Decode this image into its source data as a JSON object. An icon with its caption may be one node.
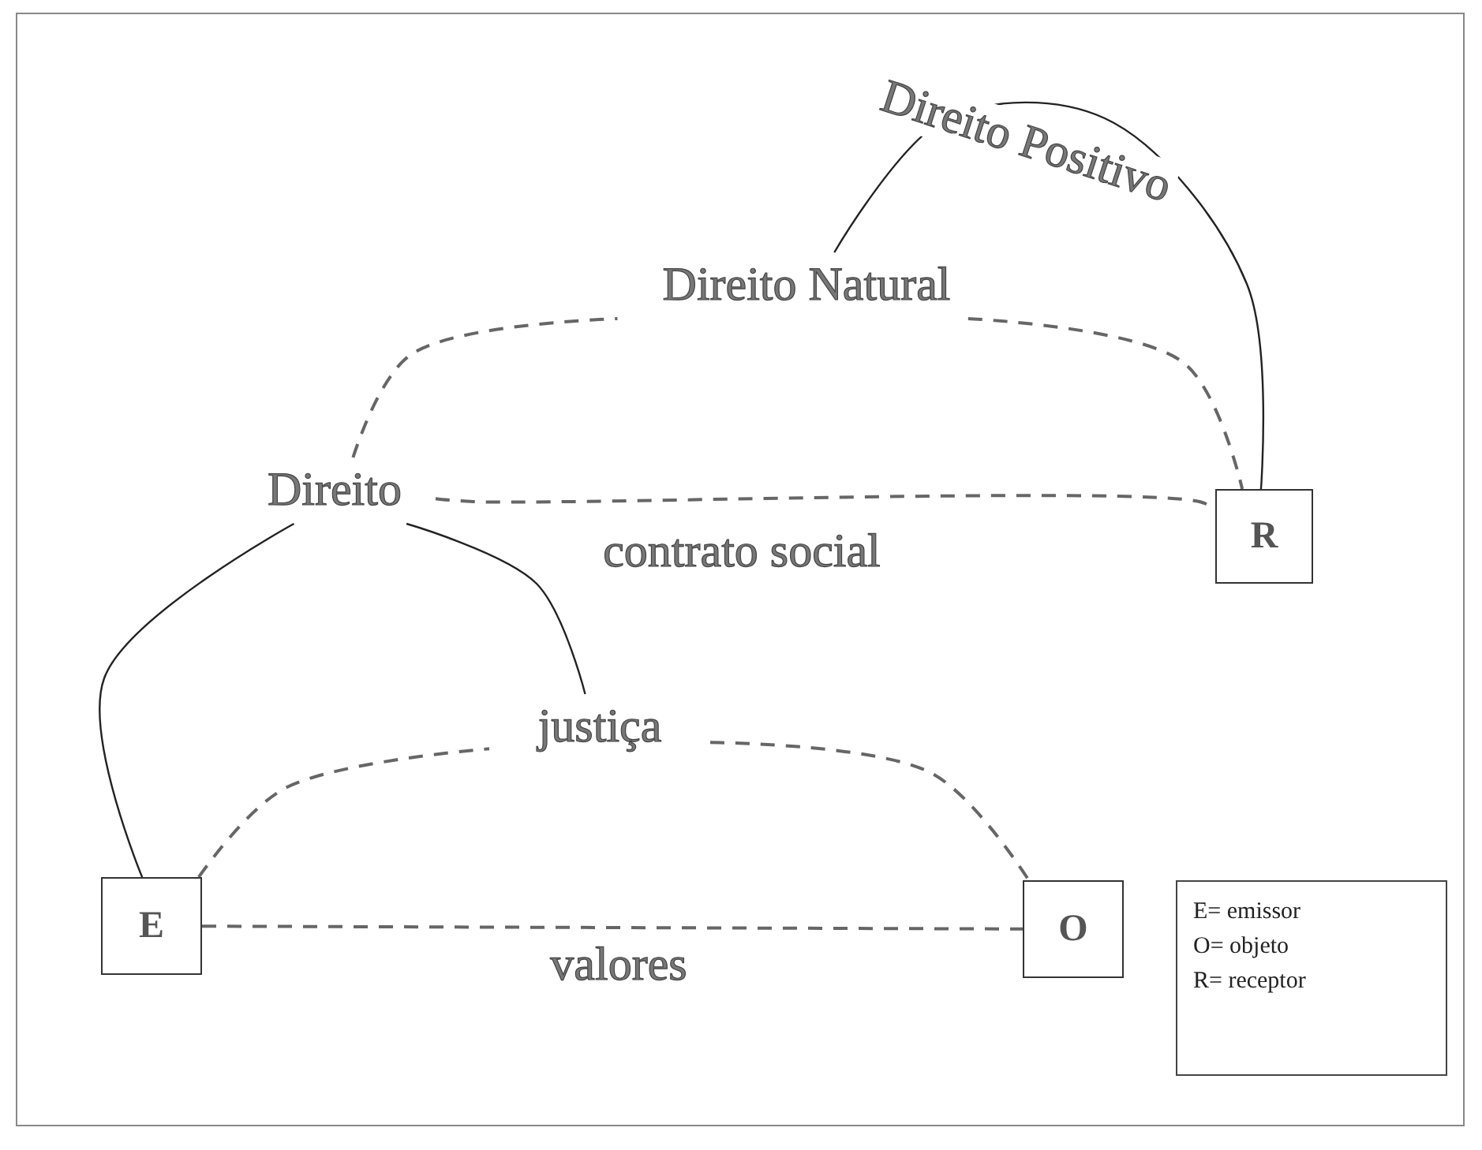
{
  "diagram": {
    "nodes": [
      {
        "text": [
          "E"
        ]
      },
      {
        "text": [
          "O"
        ]
      },
      {
        "text": [
          "R"
        ]
      },
      {
        "text": [
          "Direito"
        ]
      },
      {
        "text": [
          "justiça"
        ]
      },
      {
        "text": [
          "Direito Natural"
        ]
      },
      {
        "text": [
          "E= emissor",
          "O= objeto",
          "R= receptor"
        ]
      }
    ],
    "edges": [
      {
        "from": 0,
        "to": 1,
        "arrow": "none",
        "style": "dashed",
        "label": "valores"
      },
      {
        "from": 0,
        "to": 4,
        "arrow": "none",
        "style": "dashed"
      },
      {
        "from": 4,
        "to": 1,
        "arrow": "none",
        "style": "dashed"
      },
      {
        "from": 0,
        "to": 3,
        "arrow": "none",
        "color": "#222222"
      },
      {
        "from": 3,
        "to": 4,
        "arrow": "none",
        "color": "#222222"
      },
      {
        "from": 3,
        "to": 2,
        "arrow": "none",
        "style": "dashed",
        "label": "contrato social"
      },
      {
        "from": 3,
        "to": 5,
        "arrow": "none",
        "style": "dashed"
      },
      {
        "from": 5,
        "to": 2,
        "arrow": "none",
        "style": "dashed"
      },
      {
        "from": 5,
        "to": 2,
        "arrow": "none",
        "color": "#222222",
        "label": "Direito Positivo"
      }
    ]
  }
}
